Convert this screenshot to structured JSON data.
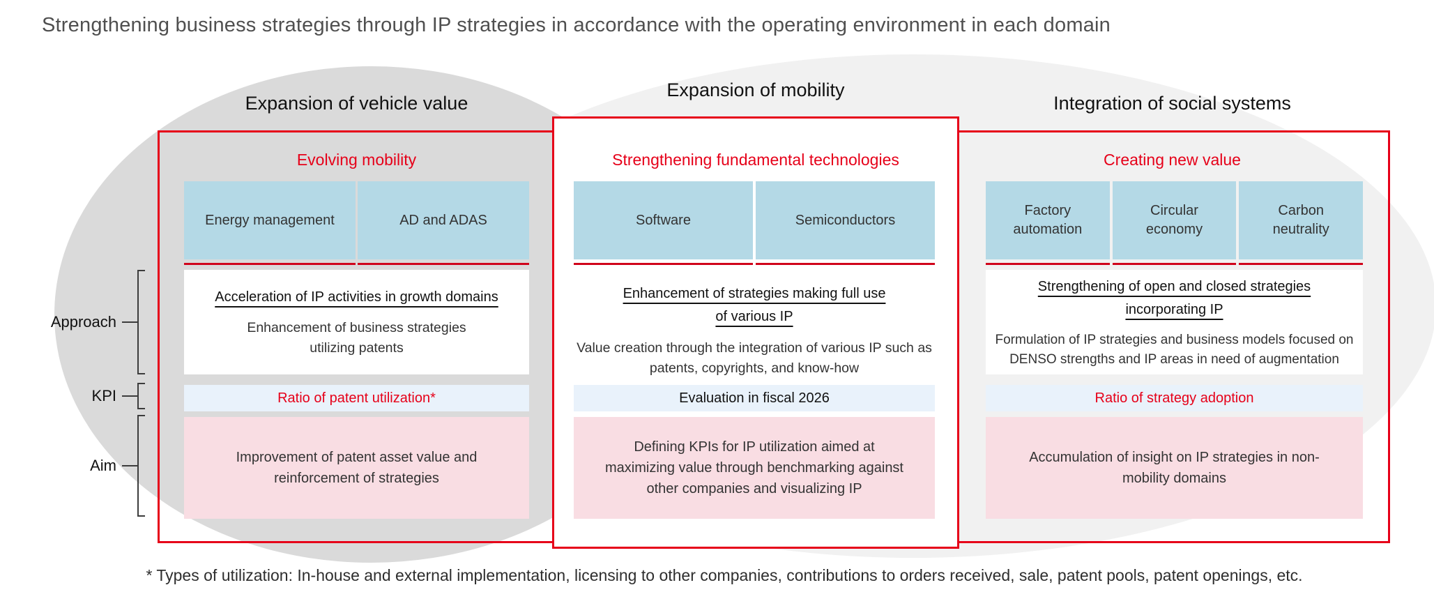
{
  "page": {
    "title": "Strengthening business strategies through IP strategies in accordance with the operating environment in each domain",
    "footnote": "* Types of utilization: In-house and external implementation, licensing to other companies, contributions to orders received, sale, patent pools, patent openings, etc."
  },
  "row_labels": {
    "approach": "Approach",
    "kpi": "KPI",
    "aim": "Aim"
  },
  "columns": [
    {
      "header": "Expansion of vehicle value",
      "section_title": "Evolving mobility",
      "chips": [
        "Energy management",
        "AD and ADAS"
      ],
      "approach_heading": "Acceleration of IP activities in growth domains",
      "approach_body": "Enhancement of business strategies utilizing patents",
      "kpi": "Ratio of patent utilization*",
      "aim": "Improvement of patent asset value and reinforcement of strategies"
    },
    {
      "header": "Expansion of mobility",
      "section_title": "Strengthening fundamental technologies",
      "chips": [
        "Software",
        "Semiconductors"
      ],
      "approach_heading": "Enhancement of strategies making full use of various IP",
      "approach_body": "Value creation through the integration of various IP such as patents, copyrights, and know-how",
      "kpi": "Evaluation in fiscal 2026",
      "aim": "Defining KPIs for IP utilization aimed at maximizing value through benchmarking against other companies and visualizing IP"
    },
    {
      "header": "Integration of social systems",
      "section_title": "Creating new value",
      "chips": [
        "Factory automation",
        "Circular economy",
        "Carbon neutrality"
      ],
      "approach_heading": "Strengthening of open and closed strategies incorporating IP",
      "approach_body": "Formulation of IP strategies and business models focused on DENSO strengths and IP areas in need of augmentation",
      "kpi": "Ratio of strategy adoption",
      "aim": "Accumulation of insight on IP strategies in non-mobility domains"
    }
  ],
  "colors": {
    "accent_red": "#e60019",
    "chip_blue": "#b4d9e6",
    "chip_underline_red": "#d0021b",
    "kpi_bg": "#e9f2fb",
    "aim_pink": "#f9dde3",
    "ellipse_dark": "#dadada",
    "ellipse_light": "#f1f1f1"
  }
}
